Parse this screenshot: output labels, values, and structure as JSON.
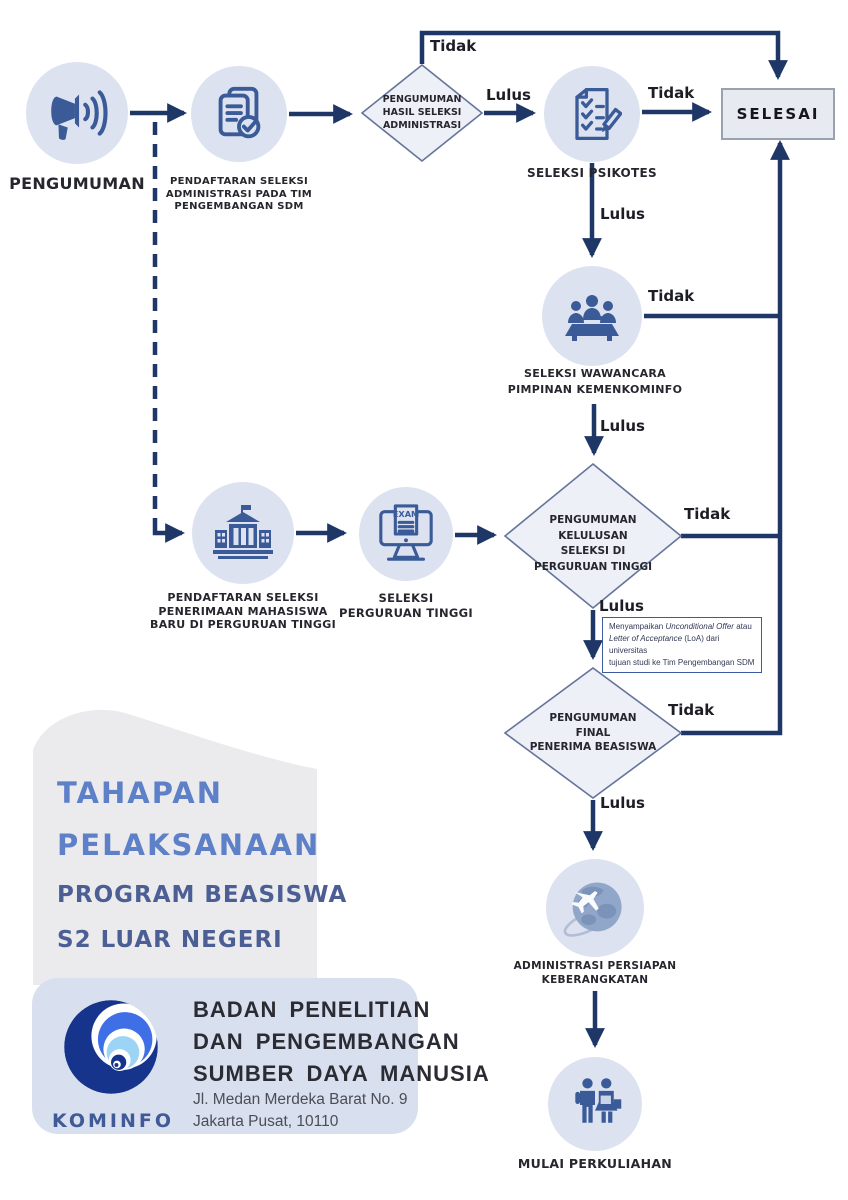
{
  "edge_labels": {
    "d1_tidak": "Tidak",
    "d1_lulus": "Lulus",
    "psikotes_tidak": "Tidak",
    "psikotes_lulus": "Lulus",
    "wawancara_tidak": "Tidak",
    "wawancara_lulus": "Lulus",
    "d2_tidak": "Tidak",
    "d2_lulus": "Lulus",
    "d3_tidak": "Tidak",
    "d3_lulus": "Lulus"
  },
  "nodes": {
    "pengumuman": {
      "label": "PENGUMUMAN"
    },
    "pendaftaran_administrasi": {
      "lines": [
        "PENDAFTARAN SELEKSI",
        "ADMINISTRASI PADA TIM",
        "PENGEMBANGAN SDM"
      ]
    },
    "pengumuman_hasil_seleksi": {
      "lines": [
        "PENGUMUMAN",
        "HASIL SELEKSI",
        "ADMINISTRASI"
      ]
    },
    "seleksi_psikotes": {
      "label": "SELEKSI PSIKOTES"
    },
    "selesai": {
      "label": "SELESAI"
    },
    "seleksi_wawancara": {
      "lines": [
        "SELEKSI WAWANCARA",
        "PIMPINAN KEMENKOMINFO"
      ]
    },
    "pendaftaran_perguruan_tinggi": {
      "lines": [
        "PENDAFTARAN SELEKSI",
        "PENERIMAAN MAHASISWA",
        "BARU DI PERGURUAN TINGGI"
      ]
    },
    "seleksi_perguruan_tinggi": {
      "lines": [
        "SELEKSI",
        "PERGURUAN TINGGI"
      ]
    },
    "pengumuman_kelulusan": {
      "lines": [
        "PENGUMUMAN KELULUSAN",
        "SELEKSI DI",
        "PERGURUAN TINGGI"
      ]
    },
    "pengumuman_final": {
      "lines": [
        "PENGUMUMAN",
        "FINAL",
        "PENERIMA BEASISWA"
      ]
    },
    "administrasi_keberangkatan": {
      "lines": [
        "ADMINISTRASI PERSIAPAN",
        "KEBERANGKATAN"
      ]
    },
    "mulai_perkuliahan": {
      "label": "MULAI PERKULIAHAN"
    }
  },
  "note": {
    "seg1": "Menyampaikan ",
    "seg2": "Unconditional Offer",
    "seg3": " atau",
    "seg4": "Letter of Acceptance",
    "seg5": " (LoA) dari universitas",
    "seg6": "tujuan studi ke Tim Pengembangan SDM"
  },
  "icons": {
    "exam_label": "EXAM"
  },
  "title_panel": {
    "line1": "TAHAPAN",
    "line2": "PELAKSANAAN",
    "line3": "PROGRAM BEASISWA",
    "line4": "S2 LUAR NEGERI"
  },
  "org_panel": {
    "logo_text": "KOMINFO",
    "org_line1": "BADAN PENELITIAN",
    "org_line2": "DAN PENGEMBANGAN",
    "org_line3": "SUMBER DAYA MANUSIA",
    "address_line1": "Jl. Medan Merdeka Barat No. 9",
    "address_line2": "Jakarta Pusat, 10110"
  },
  "colors": {
    "line_navy": "#1f3766",
    "icon_blue": "#3a5a98",
    "circle_fill": "#dce2ef",
    "diamond_fill": "#eef0f7",
    "title_light_blue": "#5d80c9",
    "title_dark_blue": "#4c5f95",
    "logo_dark_blue": "#16348c",
    "logo_royal_blue": "#3f6fe6",
    "logo_light_blue": "#9bd4f5"
  }
}
